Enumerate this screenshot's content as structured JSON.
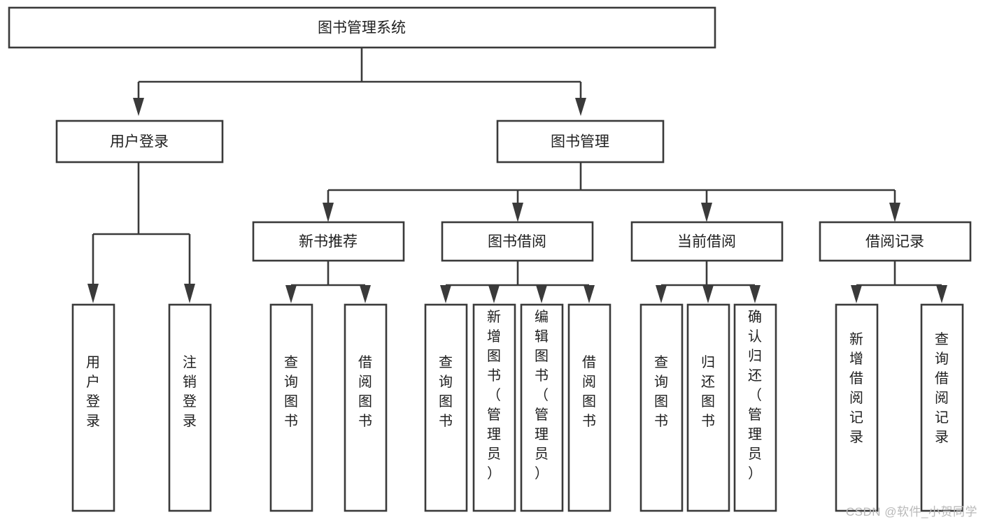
{
  "diagram": {
    "type": "tree",
    "title": "图书管理系统",
    "root": {
      "label": "图书管理系统"
    },
    "level1": [
      {
        "label": "用户登录"
      },
      {
        "label": "图书管理"
      }
    ],
    "level2": [
      {
        "label": "新书推荐",
        "parent": "图书管理"
      },
      {
        "label": "图书借阅",
        "parent": "图书管理"
      },
      {
        "label": "当前借阅",
        "parent": "图书管理"
      },
      {
        "label": "借阅记录",
        "parent": "图书管理"
      }
    ],
    "leaves": {
      "user_login": [
        {
          "label": "用户登录",
          "lines": [
            "用",
            "户",
            "登",
            "录"
          ]
        },
        {
          "label": "注销登录",
          "lines": [
            "注",
            "销",
            "登",
            "录"
          ]
        }
      ],
      "new_book_recommend": [
        {
          "label": "查询图书",
          "lines": [
            "查",
            "询",
            "图",
            "书"
          ]
        },
        {
          "label": "借阅图书",
          "lines": [
            "借",
            "阅",
            "图",
            "书"
          ]
        }
      ],
      "book_borrow": [
        {
          "label": "查询图书",
          "lines": [
            "查",
            "询",
            "图",
            "书"
          ]
        },
        {
          "label": "新增图书（管理员）",
          "lines": [
            "新",
            "增",
            "图",
            "书",
            "（",
            "管",
            "理",
            "员",
            "）"
          ]
        },
        {
          "label": "编辑图书（管理员）",
          "lines": [
            "编",
            "辑",
            "图",
            "书",
            "（",
            "管",
            "理",
            "员",
            "）"
          ]
        },
        {
          "label": "借阅图书",
          "lines": [
            "借",
            "阅",
            "图",
            "书"
          ]
        }
      ],
      "current_borrow": [
        {
          "label": "查询图书",
          "lines": [
            "查",
            "询",
            "图",
            "书"
          ]
        },
        {
          "label": "归还图书",
          "lines": [
            "归",
            "还",
            "图",
            "书"
          ]
        },
        {
          "label": "确认归还（管理员）",
          "lines": [
            "确",
            "认",
            "归",
            "还",
            "（",
            "管",
            "理",
            "员",
            "）"
          ]
        }
      ],
      "borrow_record": [
        {
          "label": "新增借阅记录",
          "lines": [
            "新",
            "增",
            "借",
            "阅",
            "记",
            "录"
          ]
        },
        {
          "label": "查询借阅记录",
          "lines": [
            "查",
            "询",
            "借",
            "阅",
            "记",
            "录"
          ]
        }
      ]
    }
  },
  "watermark": {
    "text": "CSDN @软件_小贺同学"
  },
  "colors": {
    "stroke": "#3a3a3a",
    "fill": "#ffffff",
    "text": "#1f1f1f",
    "watermark": "#b9b9b9"
  }
}
